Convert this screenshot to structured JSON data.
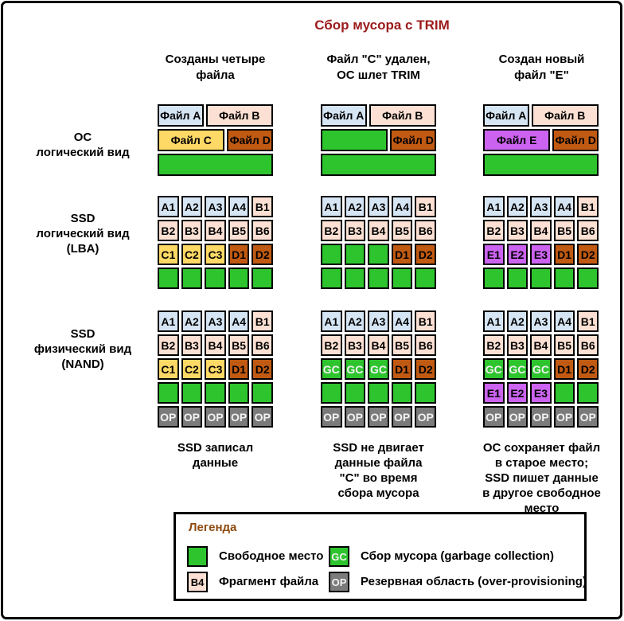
{
  "title": "Сбор мусора с TRIM",
  "title_color": "#9b1b1b",
  "row_labels": [
    "ОС\nлогический вид",
    "SSD\nлогический вид\n(LBA)",
    "SSD\nфизический вид\n(NAND)"
  ],
  "columns": [
    {
      "header": "Созданы четыре\nфайла",
      "caption": "SSD записал\nданные",
      "os_bars": [
        [
          {
            "text": "Файл A",
            "kind": "fileA",
            "flex": 4
          },
          {
            "text": "Файл B",
            "kind": "fileB",
            "flex": 6
          }
        ],
        [
          {
            "text": "Файл C",
            "kind": "fileC",
            "flex": 3
          },
          {
            "text": "Файл D",
            "kind": "fileD",
            "flex": 2
          }
        ],
        [
          {
            "text": "",
            "kind": "free",
            "flex": 1
          }
        ]
      ],
      "lba_grid": [
        [
          "A1|fileA",
          "A2|fileA",
          "A3|fileA",
          "A4|fileA",
          "B1|fileB"
        ],
        [
          "B2|fileB",
          "B3|fileB",
          "B4|fileB",
          "B5|fileB",
          "B6|fileB"
        ],
        [
          "C1|fileC",
          "C2|fileC",
          "C3|fileC",
          "D1|fileD",
          "D2|fileD"
        ],
        [
          "|free",
          "|free",
          "|free",
          "|free",
          "|free"
        ]
      ],
      "nand_grid": [
        [
          "A1|fileA",
          "A2|fileA",
          "A3|fileA",
          "A4|fileA",
          "B1|fileB"
        ],
        [
          "B2|fileB",
          "B3|fileB",
          "B4|fileB",
          "B5|fileB",
          "B6|fileB"
        ],
        [
          "C1|fileC",
          "C2|fileC",
          "C3|fileC",
          "D1|fileD",
          "D2|fileD"
        ],
        [
          "|free",
          "|free",
          "|free",
          "|free",
          "|free"
        ],
        [
          "OP|op",
          "OP|op",
          "OP|op",
          "OP|op",
          "OP|op"
        ]
      ]
    },
    {
      "header": "Файл \"C\" удален,\nОС шлет TRIM",
      "caption": "SSD не двигает\nданные файла\n\"C\" во время\nсбора мусора",
      "os_bars": [
        [
          {
            "text": "Файл A",
            "kind": "fileA",
            "flex": 4
          },
          {
            "text": "Файл B",
            "kind": "fileB",
            "flex": 6
          }
        ],
        [
          {
            "text": "",
            "kind": "free",
            "flex": 3
          },
          {
            "text": "Файл D",
            "kind": "fileD",
            "flex": 2
          }
        ],
        [
          {
            "text": "",
            "kind": "free",
            "flex": 1
          }
        ]
      ],
      "lba_grid": [
        [
          "A1|fileA",
          "A2|fileA",
          "A3|fileA",
          "A4|fileA",
          "B1|fileB"
        ],
        [
          "B2|fileB",
          "B3|fileB",
          "B4|fileB",
          "B5|fileB",
          "B6|fileB"
        ],
        [
          "|free",
          "|free",
          "|free",
          "D1|fileD",
          "D2|fileD"
        ],
        [
          "|free",
          "|free",
          "|free",
          "|free",
          "|free"
        ]
      ],
      "nand_grid": [
        [
          "A1|fileA",
          "A2|fileA",
          "A3|fileA",
          "A4|fileA",
          "B1|fileB"
        ],
        [
          "B2|fileB",
          "B3|fileB",
          "B4|fileB",
          "B5|fileB",
          "B6|fileB"
        ],
        [
          "GC|gc",
          "GC|gc",
          "GC|gc",
          "D1|fileD",
          "D2|fileD"
        ],
        [
          "|free",
          "|free",
          "|free",
          "|free",
          "|free"
        ],
        [
          "OP|op",
          "OP|op",
          "OP|op",
          "OP|op",
          "OP|op"
        ]
      ]
    },
    {
      "header": "Создан новый\nфайл \"E\"",
      "caption": "ОС сохраняет файл\nв старое место;\nSSD пишет данные\nв другое свободное\nместо",
      "os_bars": [
        [
          {
            "text": "Файл A",
            "kind": "fileA",
            "flex": 4
          },
          {
            "text": "Файл B",
            "kind": "fileB",
            "flex": 6
          }
        ],
        [
          {
            "text": "Файл E",
            "kind": "fileE",
            "flex": 3
          },
          {
            "text": "Файл D",
            "kind": "fileD",
            "flex": 2
          }
        ],
        [
          {
            "text": "",
            "kind": "free",
            "flex": 1
          }
        ]
      ],
      "lba_grid": [
        [
          "A1|fileA",
          "A2|fileA",
          "A3|fileA",
          "A4|fileA",
          "B1|fileB"
        ],
        [
          "B2|fileB",
          "B3|fileB",
          "B4|fileB",
          "B5|fileB",
          "B6|fileB"
        ],
        [
          "E1|fileE",
          "E2|fileE",
          "E3|fileE",
          "D1|fileD",
          "D2|fileD"
        ],
        [
          "|free",
          "|free",
          "|free",
          "|free",
          "|free"
        ]
      ],
      "nand_grid": [
        [
          "A1|fileA",
          "A2|fileA",
          "A3|fileA",
          "A4|fileA",
          "B1|fileB"
        ],
        [
          "B2|fileB",
          "B3|fileB",
          "B4|fileB",
          "B5|fileB",
          "B6|fileB"
        ],
        [
          "GC|gc",
          "GC|gc",
          "GC|gc",
          "D1|fileD",
          "D2|fileD"
        ],
        [
          "E1|fileE",
          "E2|fileE",
          "E3|fileE",
          "|free",
          "|free"
        ],
        [
          "OP|op",
          "OP|op",
          "OP|op",
          "OP|op",
          "OP|op"
        ]
      ]
    }
  ],
  "legend": {
    "title": "Легенда",
    "title_color": "#8f4a10",
    "items": [
      {
        "swatch_text": "",
        "swatch_kind": "free",
        "label": "Свободное место"
      },
      {
        "swatch_text": "B4",
        "swatch_kind": "fileB",
        "label": "Фрагмент файла"
      },
      {
        "swatch_text": "GC",
        "swatch_kind": "gc",
        "label": "Сбор мусора (garbage collection)"
      },
      {
        "swatch_text": "OP",
        "swatch_kind": "op",
        "label": "Резервная область (over-provisioning)"
      }
    ]
  },
  "colors": {
    "fileA": "#d6e5f3",
    "fileB": "#fbe0d3",
    "fileC": "#ffd966",
    "fileD": "#c05a12",
    "fileE": "#cb63f0",
    "free": "#2ec42e",
    "gc": "#2ec42e",
    "op": "#7b7b7b",
    "light_text": "#f2f2f2",
    "dark_text": "#000000"
  }
}
